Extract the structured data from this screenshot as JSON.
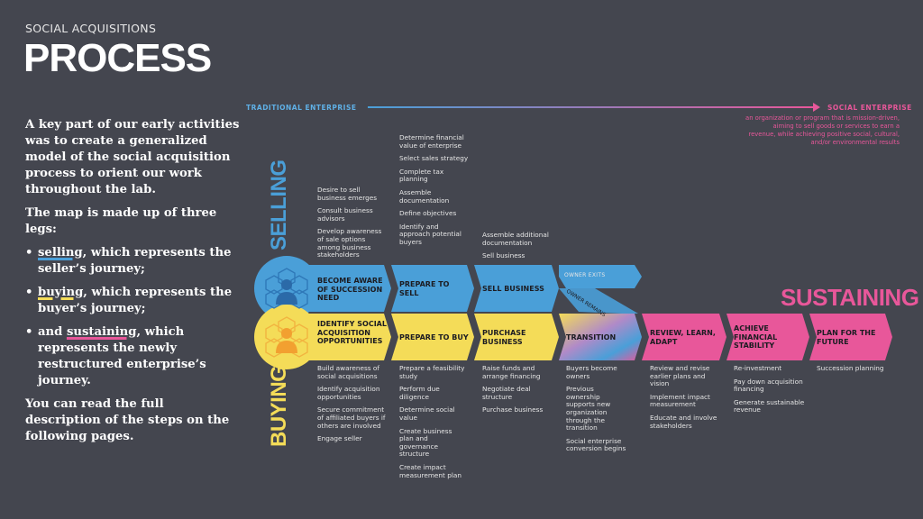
{
  "header": {
    "kicker": "SOCIAL ACQUISITIONS",
    "title": "PROCESS"
  },
  "intro": {
    "p1": "A key part of our early activities was to create a generalized model of the social acquisition process to orient our work throughout the lab.",
    "p2": "The map is made up of three legs:",
    "bullets": [
      {
        "key": "selling",
        "rest": ", which represents the seller’s journey;"
      },
      {
        "key": "buying",
        "rest": ", which represents the buyer’s journey;"
      },
      {
        "pre": "and ",
        "key": "sustaining",
        "rest": ", which represents the newly restructured enterprise’s journey."
      }
    ],
    "p3": "You can read the full description of the steps on the following pages."
  },
  "spectrum": {
    "left": "TRADITIONAL ENTERPRISE",
    "right": "SOCIAL ENTERPRISE",
    "definition": "an organization or program that is mission-driven, aiming to sell goods or services to earn a revenue, while achieving positive social, cultural, and/or environmental results"
  },
  "legs": {
    "selling": "SELLING",
    "buying": "BUYING",
    "sustaining": "SUSTAINING"
  },
  "tags": {
    "owner_exits": "OWNER EXITS",
    "owner_remains": "OWNER REMAINS"
  },
  "colors": {
    "selling": "#4a9fd8",
    "buying": "#f4dc58",
    "sustaining": "#e8579a",
    "background": "#44464f"
  },
  "selling_steps": [
    {
      "label": "BECOME AWARE OF SUCCESSION NEED",
      "tasks": [
        "Desire to sell business emerges",
        "Consult business advisors",
        "Develop awareness of sale options among business stakeholders"
      ]
    },
    {
      "label": "PREPARE TO SELL",
      "tasks": [
        "Determine financial value of enterprise",
        "Select sales strategy",
        "Complete tax planning",
        "Assemble documentation",
        "Define objectives",
        "Identify and approach potential buyers"
      ]
    },
    {
      "label": "SELL BUSINESS",
      "tasks": [
        "Assemble additional documentation",
        "Sell business"
      ]
    }
  ],
  "buying_steps": [
    {
      "label": "IDENTIFY SOCIAL ACQUISITION OPPORTUNITIES",
      "tasks": [
        "Build awareness of social acquisitions",
        "Identify acquisition opportunities",
        "Secure commitment of affiliated buyers if others are involved",
        "Engage seller"
      ]
    },
    {
      "label": "PREPARE TO BUY",
      "tasks": [
        "Prepare a feasibility study",
        "Perform due diligence",
        "Determine social value",
        "Create business plan and governance structure",
        "Create impact measurement plan"
      ]
    },
    {
      "label": "PURCHASE BUSINESS",
      "tasks": [
        "Raise funds and arrange financing",
        "Negotiate deal structure",
        "Purchase business"
      ]
    },
    {
      "label": "TRANSITION",
      "tasks": [
        "Buyers become owners",
        "Previous ownership supports new organization through the transition",
        "Social enterprise conversion begins"
      ]
    }
  ],
  "sustaining_steps": [
    {
      "label": "REVIEW, LEARN, ADAPT",
      "tasks": [
        "Review and revise earlier plans and vision",
        "Implement impact measurement",
        "Educate and involve stakeholders"
      ]
    },
    {
      "label": "ACHIEVE FINANCIAL STABILITY",
      "tasks": [
        "Re-investment",
        "Pay down acquisition financing",
        "Generate sustainable revenue"
      ]
    },
    {
      "label": "PLAN FOR THE FUTURE",
      "tasks": [
        "Succession planning"
      ]
    }
  ]
}
